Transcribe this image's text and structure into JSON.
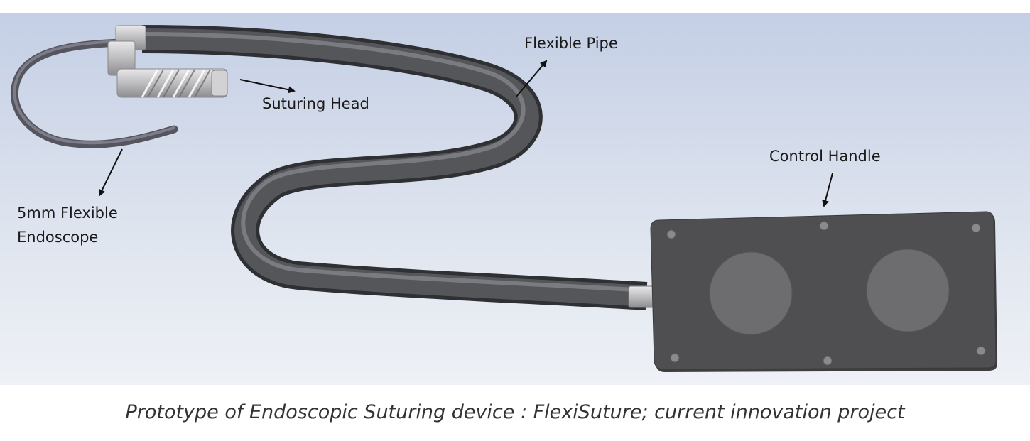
{
  "labels": {
    "flexible_pipe": "Flexible Pipe",
    "suturing_head": "Suturing Head",
    "control_handle": "Control Handle",
    "endoscope_line1": "5mm Flexible",
    "endoscope_line2": "Endoscope"
  },
  "caption": "Prototype of Endoscopic Suturing device : FlexiSuture; current innovation project",
  "colors": {
    "background_top": "#c8d2e6",
    "background_bottom": "#eef1f6",
    "pipe": "#4a4b4f",
    "endoscope": "#6b6b78",
    "handle": "#4d4d4f",
    "handle_button": "#6e6e70",
    "head_metal": "#c4c4c6"
  },
  "icons": [
    "suturing-head-icon",
    "control-handle-icon",
    "arrow-icon"
  ]
}
